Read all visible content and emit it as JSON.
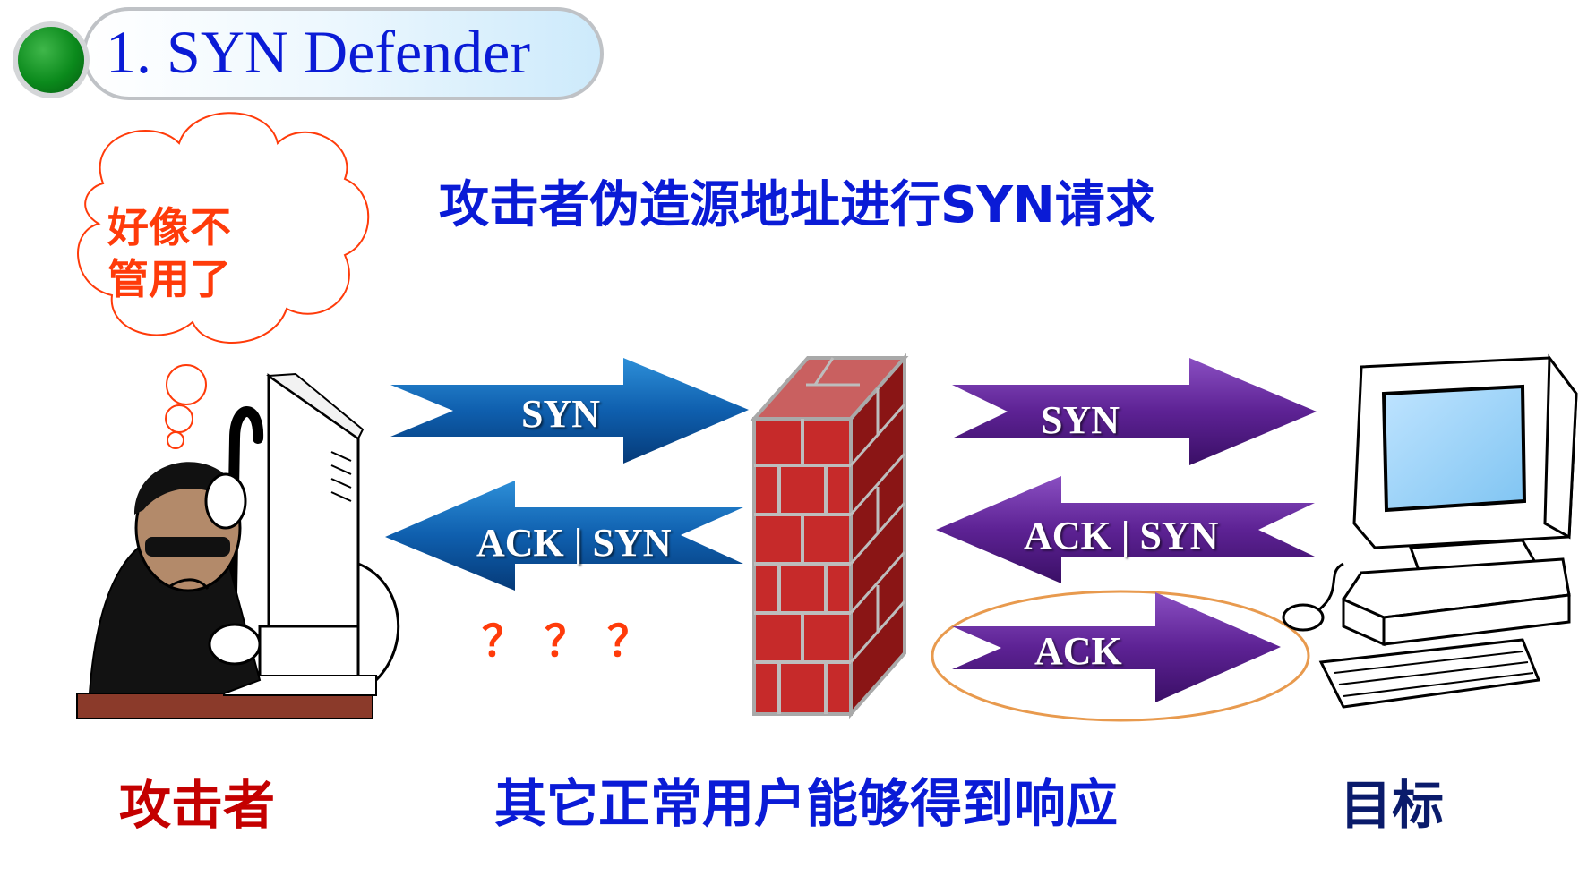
{
  "title": "1. SYN Defender",
  "caption_top": "攻击者伪造源地址进行SYN请求",
  "thought_bubble": [
    "好像不",
    "管用了"
  ],
  "question_marks": "？？？",
  "arrows": {
    "syn_left": "SYN",
    "ack_syn_left": "ACK | SYN",
    "syn_right": "SYN",
    "ack_syn_right": "ACK | SYN",
    "ack_right": "ACK"
  },
  "labels": {
    "attacker": "攻击者",
    "normal_users": "其它正常用户能够得到响应",
    "target": "目标"
  },
  "colors": {
    "title_text": "#0a1bd6",
    "blue_arrow": "#0d5aa8",
    "purple_arrow": "#5b1f8c",
    "brick": "#c62a2a",
    "bubble_text": "#ff3b0a",
    "attacker_label": "#c40000",
    "ack_ellipse": "#e89a4e"
  },
  "icons": [
    "attacker-icon",
    "firewall-icon",
    "computer-icon",
    "thought-bubble-icon"
  ]
}
